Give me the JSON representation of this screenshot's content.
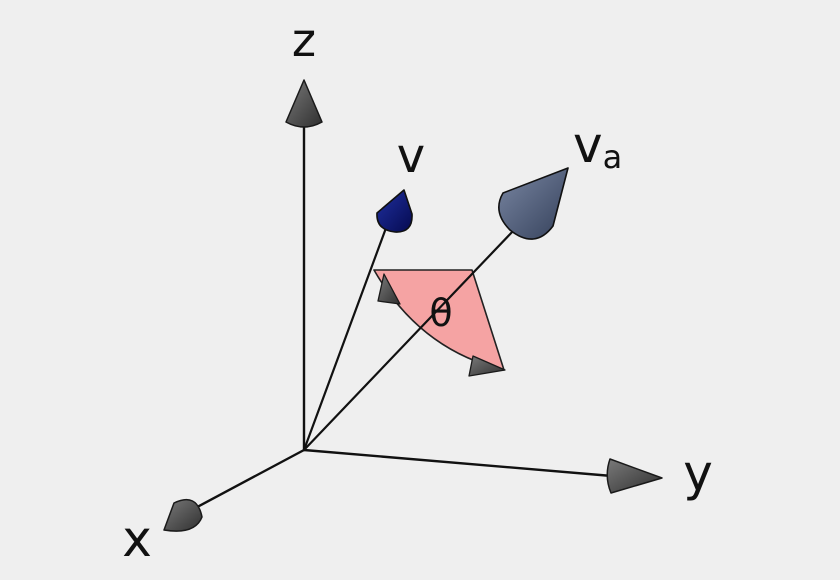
{
  "labels": {
    "z": "z",
    "y": "y",
    "x": "x",
    "v": "v",
    "va_main": "v",
    "va_sub": "a",
    "theta": "θ"
  },
  "colors": {
    "background": "#efefef",
    "axis_arrow": "#4a4a4a",
    "vector_v": "#0a1470",
    "vector_va": "#4a5670",
    "angle_fill": "#f5a3a3"
  }
}
